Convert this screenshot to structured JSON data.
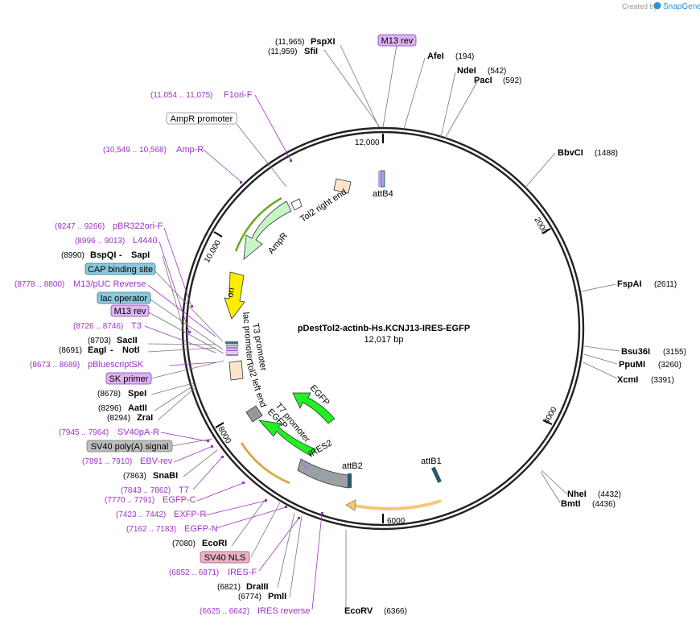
{
  "watermark": {
    "prefix": "Created by",
    "brand": "SnapGene"
  },
  "plasmid": {
    "name": "pDestTol2-actinb-Hs.KCNJ13-IRES-EGFP",
    "size_label": "12,017 bp"
  },
  "ticks": [
    "12,000",
    "2000",
    "4000",
    "6000",
    "8000",
    "10,000"
  ],
  "sites_right": [
    {
      "name": "AfeI",
      "pos": "(194)"
    },
    {
      "name": "NdeI",
      "pos": "(542)"
    },
    {
      "name": "PacI",
      "pos": "(592)"
    },
    {
      "name": "BbvCI",
      "pos": "(1488)"
    },
    {
      "name": "FspAI",
      "pos": "(2611)"
    },
    {
      "name": "Bsu36I",
      "pos": "(3155)"
    },
    {
      "name": "PpuMI",
      "pos": "(3260)"
    },
    {
      "name": "XcmI",
      "pos": "(3391)"
    },
    {
      "name": "NheI",
      "pos": "(4432)"
    },
    {
      "name": "BmtI",
      "pos": "(4436)"
    },
    {
      "name": "EcoRV",
      "pos": "(6366)"
    }
  ],
  "sites_top": [
    {
      "pos": "(11,965)",
      "name": "PspXI"
    },
    {
      "pos": "(11,959)",
      "name": "SfiI"
    }
  ],
  "sites_left": [
    {
      "pos": "(8990)",
      "name": "BspQI",
      "sep": " - ",
      "name2": "SapI"
    },
    {
      "pos": "(8703)",
      "name": "SacII"
    },
    {
      "pos": "(8691)",
      "name": "EagI",
      "sep": " - ",
      "name2": "NotI"
    },
    {
      "pos": "(8678)",
      "name": "SpeI"
    },
    {
      "pos": "(8296)",
      "name": "AatII"
    },
    {
      "pos": "(8294)",
      "name": "ZraI"
    },
    {
      "pos": "(7863)",
      "name": "SnaBI"
    },
    {
      "pos": "(7080)",
      "name": "EcoRI"
    },
    {
      "pos": "(6821)",
      "name": "DraIII"
    },
    {
      "pos": "(6774)",
      "name": "PmlI"
    }
  ],
  "primers": [
    {
      "pos": "(11,054 .. 11,075)",
      "name": "F1ori-F"
    },
    {
      "pos": "(10,549 .. 10,568)",
      "name": "Amp-R"
    },
    {
      "pos": "(9247 .. 9266)",
      "name": "pBR322ori-F"
    },
    {
      "pos": "(8996 .. 9013)",
      "name": "L4440"
    },
    {
      "pos": "(8778 .. 8800)",
      "name": "M13/pUC Reverse"
    },
    {
      "pos": "(8726 .. 8746)",
      "name": "T3"
    },
    {
      "pos": "(8673 .. 8689)",
      "name": "pBluescriptSK"
    },
    {
      "pos": "(7945 .. 7964)",
      "name": "SV40pA-R"
    },
    {
      "pos": "(7891 .. 7910)",
      "name": "EBV-rev"
    },
    {
      "pos": "(7843 .. 7862)",
      "name": "T7"
    },
    {
      "pos": "(7770 .. 7791)",
      "name": "EGFP-C"
    },
    {
      "pos": "(7423 .. 7442)",
      "name": "EXFP-R"
    },
    {
      "pos": "(7162 .. 7183)",
      "name": "EGFP-N"
    },
    {
      "pos": "(6852 .. 6871)",
      "name": "IRES-F"
    },
    {
      "pos": "(6625 .. 6642)",
      "name": "IRES reverse"
    }
  ],
  "boxes": [
    {
      "text": "M13 rev",
      "fill": "#dcb4f0",
      "stroke": "#8c3cb4"
    },
    {
      "text": "AmpR promoter",
      "fill": "#ffffff",
      "stroke": "#888888"
    },
    {
      "text": "CAP binding site",
      "fill": "#8cc8dc",
      "stroke": "#3c788c"
    },
    {
      "text": "lac operator",
      "fill": "#8cc8dc",
      "stroke": "#3c788c"
    },
    {
      "text": "M13 rev",
      "fill": "#dcb4f0",
      "stroke": "#8c3cb4"
    },
    {
      "text": "SK primer",
      "fill": "#dcb4f0",
      "stroke": "#8c3cb4"
    },
    {
      "text": "SV40 poly(A) signal",
      "fill": "#bdbdbd",
      "stroke": "#777777"
    },
    {
      "text": "SV40 NLS",
      "fill": "#e8b4c4",
      "stroke": "#a05070"
    }
  ],
  "features": {
    "attB4": "attB4",
    "tol2_right": "Tol2 right end",
    "ampr": "AmpR",
    "ori": "ori",
    "lac_promoter": "lac promoter",
    "t3_promoter": "T3 promoter",
    "tol2_left": "Tol2 left end",
    "t7_promoter": "T7 promoter",
    "egfp_inner": "EGFP",
    "egfp_outer": "EGFP",
    "ires2": "IRES2",
    "attB2": "attB2",
    "attB1": "attB1"
  },
  "colors": {
    "ampr": "#c8f5c8",
    "ori": "#ffee00",
    "egfp": "#22ee22",
    "ires": "#9aa0a6",
    "tol2": "#fde4c8",
    "orf": "#f5c878",
    "primer": "#a032c8"
  }
}
